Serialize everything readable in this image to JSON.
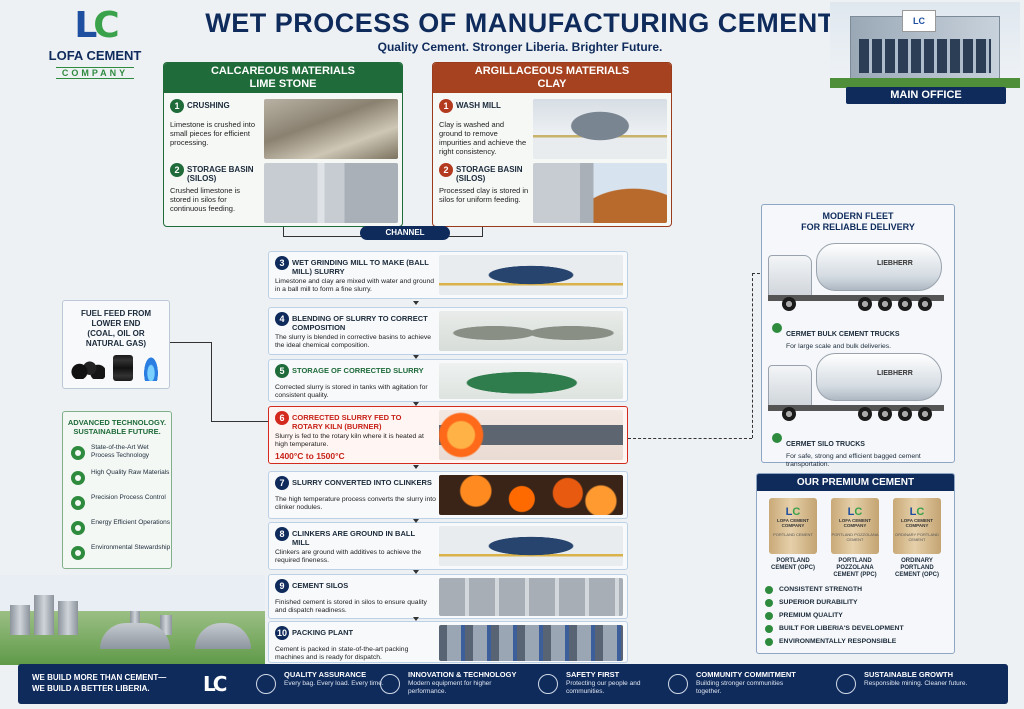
{
  "header": {
    "logo_mark_l": "L",
    "logo_mark_c": "C",
    "company_name": "LOFA CEMENT",
    "company_sub": "COMPANY",
    "title": "WET PROCESS OF MANUFACTURING CEMENT",
    "tagline": "Quality Cement. Stronger Liberia. Brighter Future.",
    "office_sign": "LC",
    "office_label": "MAIN OFFICE"
  },
  "calcareous": {
    "title_1": "CALCAREOUS MATERIALS",
    "title_2": "LIME STONE",
    "items": [
      {
        "num": "1",
        "title": "CRUSHING",
        "desc": "Limestone is crushed into small pieces for efficient processing."
      },
      {
        "num": "2",
        "title": "STORAGE BASIN (SILOS)",
        "desc": "Crushed limestone is stored in silos for continuous feeding."
      }
    ]
  },
  "argillaceous": {
    "title_1": "ARGILLACEOUS MATERIALS",
    "title_2": "CLAY",
    "items": [
      {
        "num": "1",
        "title": "WASH MILL",
        "desc": "Clay is washed and ground to remove impurities and achieve the right consistency."
      },
      {
        "num": "2",
        "title": "STORAGE BASIN (SILOS)",
        "desc": "Processed clay is stored in silos for uniform feeding."
      }
    ]
  },
  "channel_label": "CHANNEL",
  "steps": [
    {
      "num": "3",
      "title": "WET GRINDING MILL TO MAKE (BALL MILL) SLURRY",
      "desc": "Limestone and clay are mixed with water and ground in a ball mill to form a fine slurry."
    },
    {
      "num": "4",
      "title": "BLENDING OF SLURRY TO CORRECT COMPOSITION",
      "desc": "The slurry is blended in corrective basins to achieve the ideal chemical composition."
    },
    {
      "num": "5",
      "title": "STORAGE OF CORRECTED SLURRY",
      "desc": "Corrected slurry is stored in tanks with agitation for consistent quality."
    },
    {
      "num": "6",
      "title": "CORRECTED SLURRY FED TO ROTARY KILN (BURNER)",
      "desc": "Slurry is fed to the rotary kiln where it is heated at high temperature.",
      "temp": "1400°C to 1500°C"
    },
    {
      "num": "7",
      "title": "SLURRY CONVERTED INTO CLINKERS",
      "desc": "The high temperature process converts the slurry into clinker nodules."
    },
    {
      "num": "8",
      "title": "CLINKERS ARE GROUND IN BALL MILL",
      "desc": "Clinkers are ground with additives to achieve the required fineness."
    },
    {
      "num": "9",
      "title": "CEMENT SILOS",
      "desc": "Finished cement is stored in silos to ensure quality and dispatch readiness."
    },
    {
      "num": "10",
      "title": "PACKING PLANT",
      "desc": "Cement is packed in state-of-the-art packing machines and is ready for dispatch."
    }
  ],
  "fuel": {
    "title_1": "FUEL FEED FROM",
    "title_2": "LOWER END",
    "title_3": "(COAL, OIL OR",
    "title_4": "NATURAL GAS)"
  },
  "advanced": {
    "title_1": "ADVANCED TECHNOLOGY.",
    "title_2": "SUSTAINABLE FUTURE.",
    "items": [
      "State-of-the-Art Wet Process Technology",
      "High Quality Raw Materials",
      "Precision Process Control",
      "Energy Efficient Operations",
      "Environmental Stewardship"
    ]
  },
  "fleet": {
    "title_1": "MODERN FLEET",
    "title_2": "FOR RELIABLE DELIVERY",
    "drum_brand": "LIEBHERR",
    "trucks": [
      {
        "name": "CERMET BULK CEMENT TRUCKS",
        "desc": "For large scale and bulk deliveries."
      },
      {
        "name": "CERMET SILO TRUCKS",
        "desc": "For safe, strong and efficient bagged cement transportation."
      }
    ]
  },
  "premium": {
    "title": "OUR PREMIUM CEMENT",
    "bag_company": "LOFA CEMENT COMPANY",
    "bags": [
      {
        "bag_type": "PORTLAND CEMENT",
        "name_1": "PORTLAND",
        "name_2": "CEMENT (OPC)"
      },
      {
        "bag_type": "PORTLAND POZZOLANA CEMENT",
        "name_1": "PORTLAND",
        "name_2": "POZZOLANA",
        "name_3": "CEMENT (PPC)"
      },
      {
        "bag_type": "ORDINARY PORTLAND CEMENT",
        "name_1": "ORDINARY",
        "name_2": "PORTLAND",
        "name_3": "CEMENT (OPC)"
      }
    ],
    "features": [
      "CONSISTENT STRENGTH",
      "SUPERIOR DURABILITY",
      "PREMIUM QUALITY",
      "BUILT FOR LIBERIA'S DEVELOPMENT",
      "ENVIRONMENTALLY RESPONSIBLE"
    ]
  },
  "footer": {
    "slogan_1": "WE BUILD MORE THAN CEMENT—",
    "slogan_2": "WE BUILD A BETTER LIBERIA.",
    "logo": "LC",
    "items": [
      {
        "title": "QUALITY ASSURANCE",
        "desc": "Every bag. Every load. Every time."
      },
      {
        "title": "INNOVATION & TECHNOLOGY",
        "desc": "Modern equipment for higher performance."
      },
      {
        "title": "SAFETY FIRST",
        "desc": "Protecting our people and communities."
      },
      {
        "title": "COMMUNITY COMMITMENT",
        "desc": "Building stronger communities together."
      },
      {
        "title": "SUSTAINABLE GROWTH",
        "desc": "Responsible mining. Cleaner future."
      }
    ]
  },
  "colors": {
    "navy": "#0f2b5c",
    "green": "#1f6b3a",
    "rust": "#a6421f",
    "kiln_red": "#d42a1e"
  }
}
